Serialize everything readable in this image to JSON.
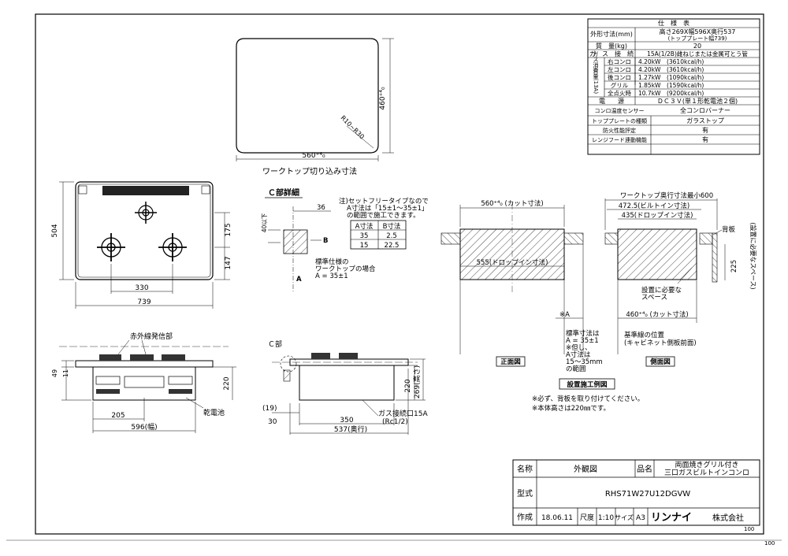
{
  "spec": {
    "header": "仕　様　表",
    "rows": [
      {
        "label": "外形寸法(mm)",
        "value": "高さ269X幅596X奥行537",
        "sub": "(トッププレート幅739)"
      },
      {
        "label": "質　量(kg)",
        "value": "20"
      },
      {
        "label": "ガ　ス　接　続",
        "value": "15A(1/2B)雌ねじまたは金属可とう管"
      },
      {
        "label": "電　　源",
        "value": "ＤＣ３Ｖ(単１形乾電池２個)"
      },
      {
        "label": "コンロ温度センサー",
        "value": "全コンロバーナー"
      },
      {
        "label": "トッププレートの種類",
        "value": "ガラストップ"
      },
      {
        "label": "防火性能評定",
        "value": "有"
      },
      {
        "label": "レンジフード連動機能",
        "value": "有"
      }
    ],
    "gas_group": "ガス消費量(13A)",
    "gas_rows": [
      {
        "label": "右コンロ",
        "value": "4.20kW　(3610kcal/h)"
      },
      {
        "label": "左コンロ",
        "value": "4.20kW　(3610kcal/h)"
      },
      {
        "label": "後コンロ",
        "value": "1.27kW　(1090kcal/h)"
      },
      {
        "label": "グリル",
        "value": "1.85kW　(1590kcal/h)"
      },
      {
        "label": "全点火時",
        "value": "10.7kW　(9200kcal/h)"
      }
    ]
  },
  "cutout": {
    "width": "560⁺⁴₀",
    "depth": "460⁺⁴₀",
    "radius": "R10~R30",
    "caption": "ワークトップ切り込み寸法"
  },
  "top_view": {
    "depth": "504",
    "width": "739",
    "burner_pitch": "330",
    "d175": "175",
    "d147": "147"
  },
  "c_detail": {
    "title": "Ｃ部詳細",
    "note": "注)セットフリータイプなので\nA寸法は「15±1～35±1」\nの範囲で施工できます。",
    "table_head": [
      "A寸法",
      "B寸法"
    ],
    "table_rows": [
      [
        "35",
        "2.5"
      ],
      [
        "15",
        "22.5"
      ]
    ],
    "d36": "36",
    "d40": "40以下",
    "labelB": "B",
    "labelA": "A",
    "std_note": "標準仕様の\nワークトップの場合\nA = 35±1"
  },
  "front_view": {
    "ir_label": "赤外線発信部",
    "battery": "乾電池",
    "d205": "205",
    "width": "596(幅)",
    "d49": "49",
    "d11": "11",
    "d220": "220"
  },
  "side_view": {
    "clabel": "Ｃ部",
    "d19": "(19)",
    "d30": "30",
    "d350": "350",
    "depth": "537(奥行)",
    "d220": "220",
    "height": "269(高さ)",
    "gas": "ガス接続口15A\n(Rc1/2)"
  },
  "install": {
    "front_cut": "560⁺⁴₀ (カット寸法)",
    "dropin": "555(ドロップイン寸法)",
    "std_note": "標準寸法は\nA = 35±1\n※但し、\nA寸法は\n15～35mm\nの範囲",
    "astar": "※A",
    "front_label": "正面図",
    "side_top": "ワークトップ奥行寸法最小600",
    "side_4725": "472.5(ビルトイン寸法)",
    "side_435": "435(ドロップイン寸法)",
    "backboard": "背板",
    "space": "設置に必要な\nスペース",
    "d225": "225",
    "right_space": "(設置に必要なスペース)",
    "side_cut": "460⁺⁴₀ (カット寸法)",
    "base_line": "基準線の位置\n(キャビネット側板前面)",
    "side_label": "側面図",
    "example_title": "設置施工例図",
    "notes": [
      "※必ず、背板を取り付けてください。",
      "※本体高さは220㎜です。"
    ]
  },
  "title_block": {
    "name_label": "名称",
    "name": "外観図",
    "product_label": "品名",
    "product": "両面焼きグリル付き\n三口ガスビルトインコンロ",
    "model_label": "型式",
    "model": "RHS71W27U12DGVW",
    "made_label": "作成",
    "date": "18.06.11",
    "scale_label": "尺度",
    "scale": "1:10",
    "size_label": "サイズ",
    "size": "A3",
    "brand": "リンナイ",
    "company": "株式会社"
  },
  "corner": {
    "a": "100",
    "b": "100"
  }
}
